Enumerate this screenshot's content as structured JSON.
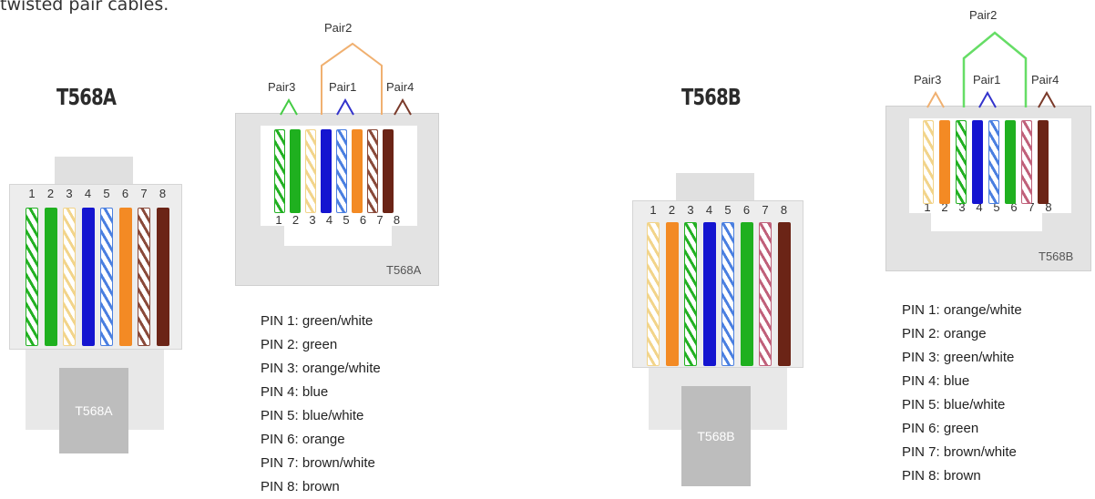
{
  "intro_text": "twisted pair cables.",
  "t568a": {
    "title": "T568A",
    "plug_label": "T568A",
    "jack_label": "T568A",
    "pin_numbers": [
      "1",
      "2",
      "3",
      "4",
      "5",
      "6",
      "7",
      "8"
    ],
    "pair_labels": {
      "pair1": "Pair1",
      "pair2": "Pair2",
      "pair3": "Pair3",
      "pair4": "Pair4"
    },
    "wires": [
      {
        "base": "#ffffff",
        "stripe": "#22b022"
      },
      {
        "base": "#1fb01f",
        "stripe": null
      },
      {
        "base": "#ffffff",
        "stripe": "#f2d48a"
      },
      {
        "base": "#1515d0",
        "stripe": null
      },
      {
        "base": "#ffffff",
        "stripe": "#4a7fe0"
      },
      {
        "base": "#f38a24",
        "stripe": null
      },
      {
        "base": "#ffffff",
        "stripe": "#8a4a3a"
      },
      {
        "base": "#6b2416",
        "stripe": null
      }
    ],
    "pins": [
      "PIN 1: green/white",
      "PIN 2: green",
      "PIN 3: orange/white",
      "PIN 4: blue",
      "PIN 5: blue/white",
      "PIN 6: orange",
      "PIN 7: brown/white",
      "PIN 8: brown"
    ]
  },
  "t568b": {
    "title": "T568B",
    "plug_label": "T568B",
    "jack_label": "T568B",
    "pin_numbers": [
      "1",
      "2",
      "3",
      "4",
      "5",
      "6",
      "7",
      "8"
    ],
    "pair_labels": {
      "pair1": "Pair1",
      "pair2": "Pair2",
      "pair3": "Pair3",
      "pair4": "Pair4"
    },
    "wires": [
      {
        "base": "#ffffff",
        "stripe": "#f2d48a"
      },
      {
        "base": "#f38a24",
        "stripe": null
      },
      {
        "base": "#ffffff",
        "stripe": "#22b022"
      },
      {
        "base": "#1515d0",
        "stripe": null
      },
      {
        "base": "#ffffff",
        "stripe": "#4a7fe0"
      },
      {
        "base": "#1fb01f",
        "stripe": null
      },
      {
        "base": "#ffffff",
        "stripe": "#c0607a"
      },
      {
        "base": "#6b2416",
        "stripe": null
      }
    ],
    "pins": [
      "PIN 1: orange/white",
      "PIN 2: orange",
      "PIN 3: green/white",
      "PIN 4: blue",
      "PIN 5: blue/white",
      "PIN 6: green",
      "PIN 7: brown/white",
      "PIN 8: brown"
    ]
  },
  "colors": {
    "pair1": "#3333cc",
    "pair2_a": "#f0a050",
    "pair2_b": "#33cc33",
    "pair3_a": "#33cc33",
    "pair3_b": "#f0a050",
    "pair4": "#7a3a2a"
  }
}
